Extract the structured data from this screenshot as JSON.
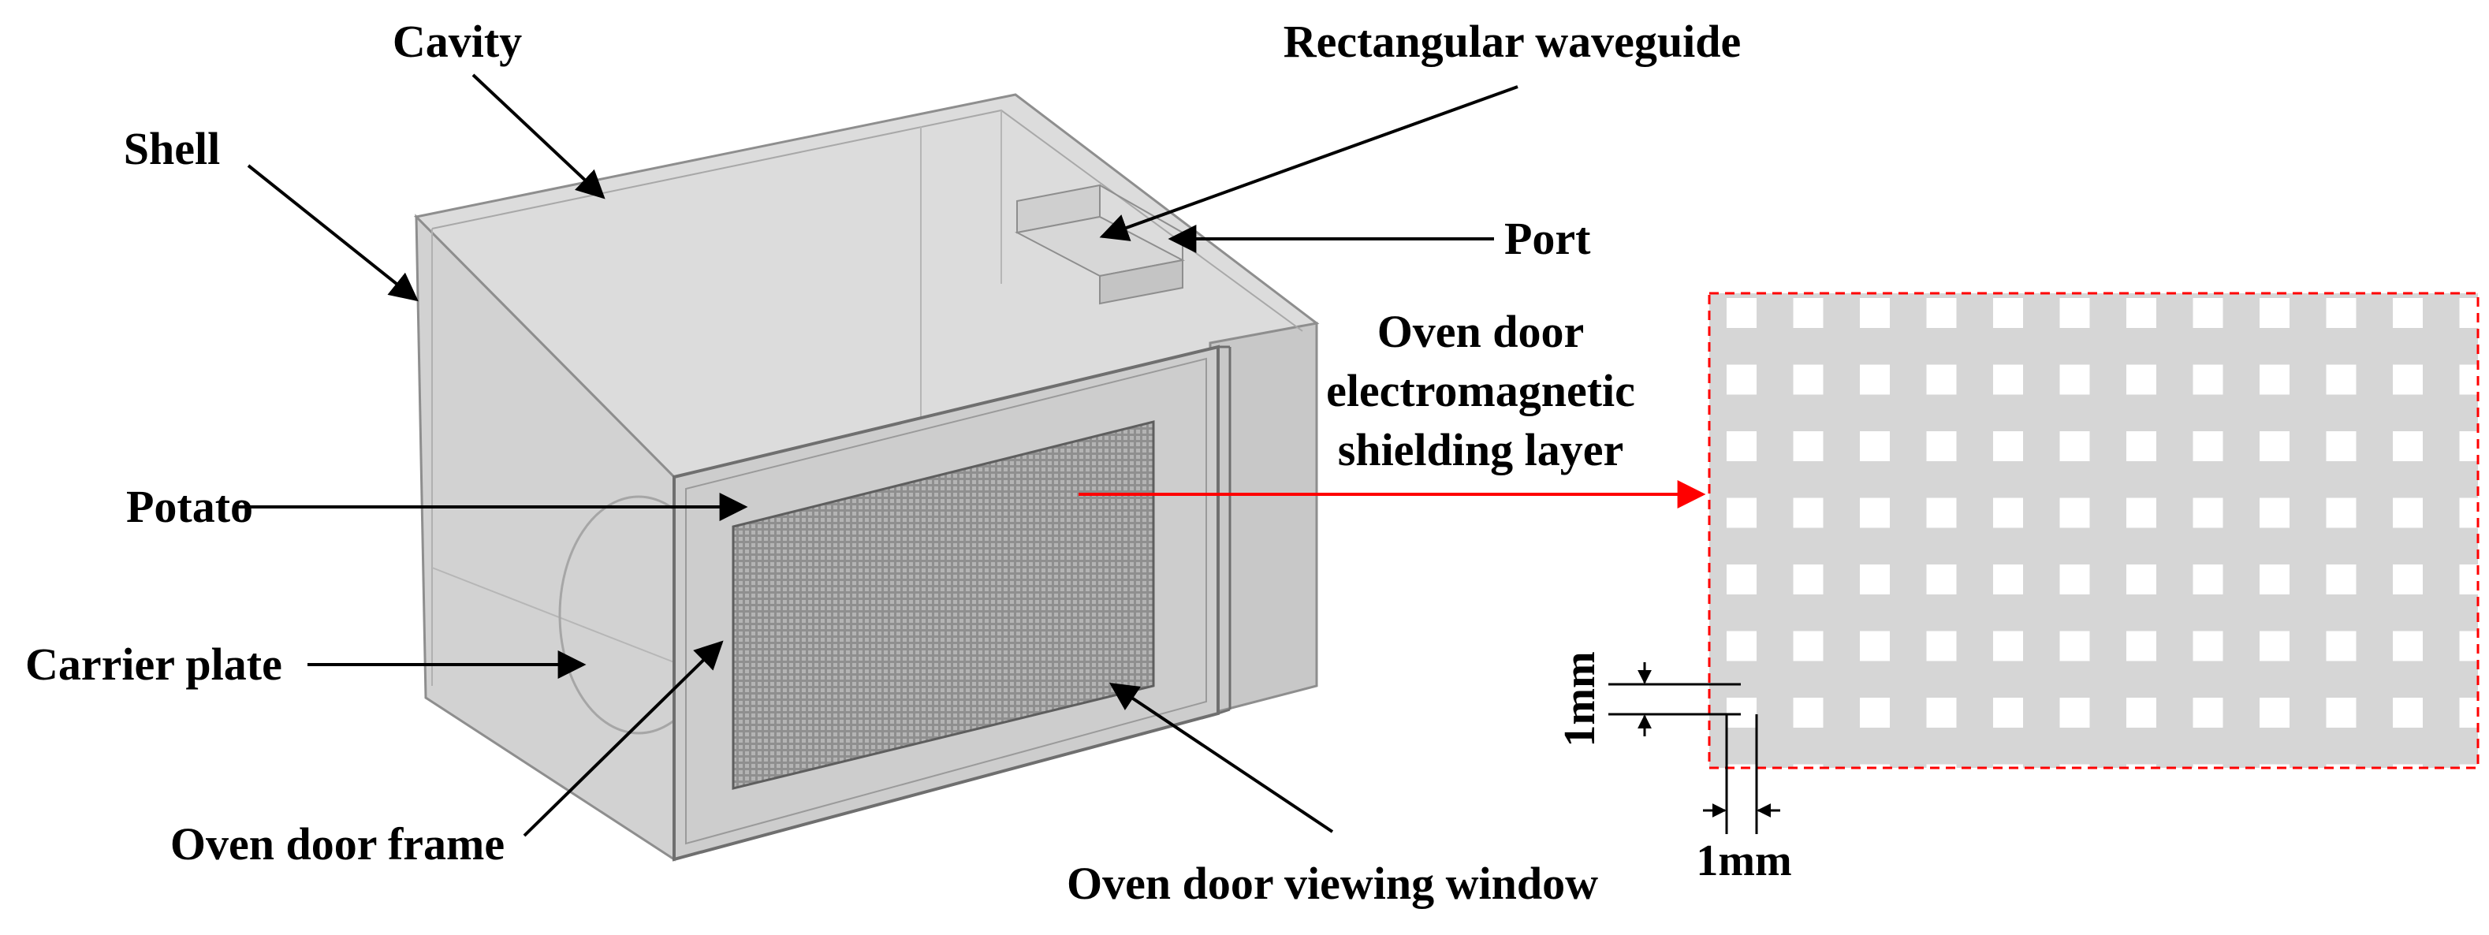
{
  "labels": {
    "cavity": "Cavity",
    "shell": "Shell",
    "waveguide": "Rectangular waveguide",
    "port": "Port",
    "potato": "Potato",
    "carrier_plate": "Carrier plate",
    "door_frame": "Oven door frame",
    "viewing_window": "Oven door viewing window",
    "shield_line1": "Oven door",
    "shield_line2": "electromagnetic",
    "shield_line3": "shielding layer",
    "dim_vertical": "1mm",
    "dim_horizontal": "1mm"
  },
  "colors": {
    "body_fill": "#dcdcdc",
    "door_fill": "#cfcfcf",
    "window_fill": "#9c9c9c",
    "mesh_fill": "#d6d6d6",
    "mesh_hole": "#ffffff",
    "callout_red": "#ff0000",
    "outline": "#8e8e8e"
  }
}
